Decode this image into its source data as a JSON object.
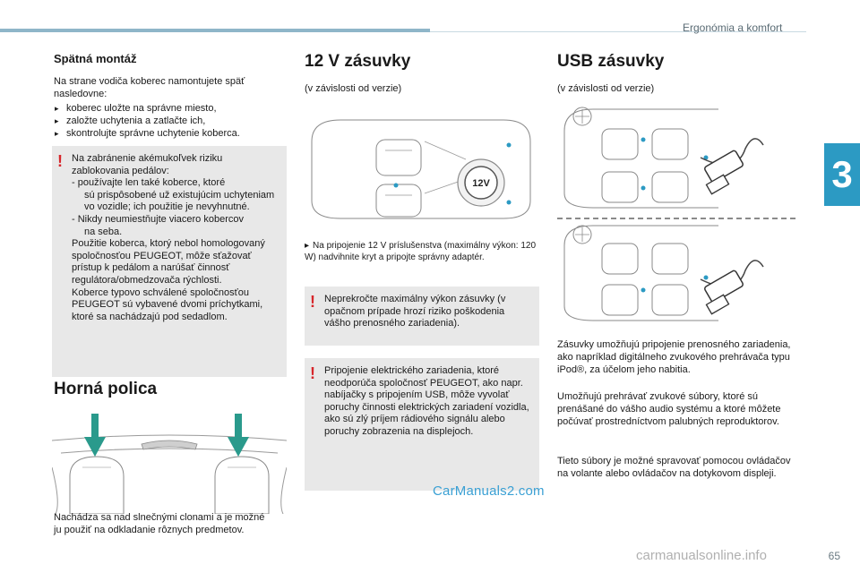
{
  "header": {
    "section": "Ergonómia a komfort",
    "chapter": "3",
    "page": "65"
  },
  "col1": {
    "h_back": "Spätná montáž",
    "intro": "Na strane vodiča koberec namontujete späť nasledovne:",
    "steps": [
      "koberec uložte na správne miesto,",
      "založte uchytenia a zatlačte ich,",
      "skontrolujte správne uchytenie koberca."
    ],
    "warn_line1": "Na zabránenie akémukoľvek riziku zablokovania pedálov:",
    "warn_sub1_a": "- používajte len také koberce, ktoré",
    "warn_sub1_b": "sú prispôsobené už existujúcim uchyteniam vo vozidle; ich použitie je nevyhnutné.",
    "warn_sub2_a": "- Nikdy neumiestňujte viacero kobercov",
    "warn_sub2_b": "na seba.",
    "warn_para2": "Použitie koberca, ktorý nebol homologovaný spoločnosťou PEUGEOT, môže sťažovať prístup k pedálom a narúšať činnosť regulátora/obmedzovača rýchlosti.",
    "warn_para3": "Koberce typovo schválené spoločnosťou PEUGEOT sú vybavené dvomi príchytkami, ktoré sa nachádzajú pod sedadlom.",
    "h_shelf": "Horná polica",
    "shelf_text": "Nachádza sa nad slnečnými clonami a je možné ju použiť na odkladanie rôznych predmetov."
  },
  "col2": {
    "h": "12 V zásuvky",
    "sub": "(v závislosti od verzie)",
    "socket_label": "12V",
    "note": "Na pripojenie 12 V príslušenstva (maximálny výkon: 120 W) nadvihnite kryt a pripojte správny adaptér.",
    "warn1": "Neprekročte maximálny výkon zásuvky (v opačnom prípade hrozí riziko poškodenia vášho prenosného zariadenia).",
    "warn2": "Pripojenie elektrického zariadenia, ktoré neodporúča spoločnosť PEUGEOT, ako napr. nabíjačky s pripojením USB, môže vyvolať poruchy činnosti elektrických zariadení vozidla, ako sú zlý príjem rádiového signálu alebo poruchy zobrazenia na displejoch."
  },
  "col3": {
    "h": "USB zásuvky",
    "sub": "(v závislosti od verzie)",
    "p1": "Zásuvky umožňujú pripojenie prenosného zariadenia, ako napríklad digitálneho zvukového prehrávača typu iPod®, za účelom jeho nabitia.",
    "p2": "Umožňujú prehrávať zvukové súbory, ktoré sú prenášané do vášho audio systému a ktoré môžete počúvať prostredníctvom palubných reproduktorov.",
    "p3": "Tieto súbory je možné spravovať pomocou ovládačov na volante alebo ovládačov na dotykovom displeji."
  },
  "watermarks": {
    "site": "CarManuals2.com",
    "footer": "carmanualsonline.info"
  },
  "colors": {
    "accent": "#2c9ac3",
    "warning": "#d7262b",
    "box_bg": "#e8e8e8",
    "arrow": "#2a9a8c"
  }
}
